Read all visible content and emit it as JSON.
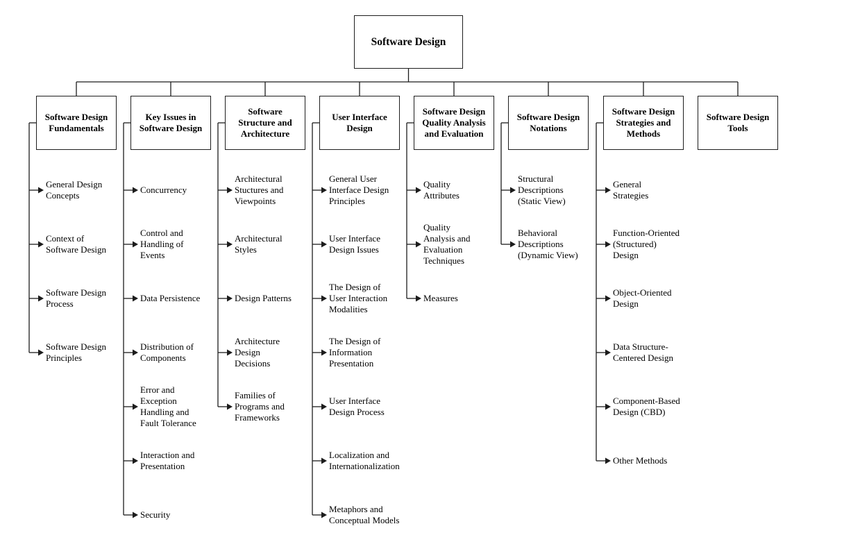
{
  "root": {
    "label": "Software Design"
  },
  "colors": {
    "background": "#ffffff",
    "line": "#1c1c1c",
    "box_border": "#1d1d1d",
    "text": "#000000"
  },
  "columns": [
    {
      "id": "software-design-fundamentals",
      "title_lines": [
        "Software Design",
        "Fundamentals"
      ],
      "items": [
        {
          "lines": [
            "General Design",
            "Concepts"
          ]
        },
        {
          "lines": [
            "Context of",
            "Software Design"
          ]
        },
        {
          "lines": [
            "Software Design",
            "Process"
          ]
        },
        {
          "lines": [
            "Software Design",
            "Principles"
          ]
        }
      ]
    },
    {
      "id": "key-issues-in-software-design",
      "title_lines": [
        "Key Issues in",
        "Software Design"
      ],
      "items": [
        {
          "lines": [
            "Concurrency"
          ]
        },
        {
          "lines": [
            "Control and",
            "Handling of",
            "Events"
          ]
        },
        {
          "lines": [
            "Data Persistence"
          ]
        },
        {
          "lines": [
            "Distribution of",
            "Components"
          ]
        },
        {
          "lines": [
            "Error and",
            "Exception",
            "Handling and",
            "Fault Tolerance"
          ]
        },
        {
          "lines": [
            "Interaction and",
            "Presentation"
          ]
        },
        {
          "lines": [
            "Security"
          ]
        }
      ]
    },
    {
      "id": "software-structure-and-architecture",
      "title_lines": [
        "Software",
        "Structure and",
        "Architecture"
      ],
      "items": [
        {
          "lines": [
            "Architectural",
            "Stuctures and",
            "Viewpoints"
          ]
        },
        {
          "lines": [
            "Architectural",
            "Styles"
          ]
        },
        {
          "lines": [
            "Design Patterns"
          ]
        },
        {
          "lines": [
            "Architecture",
            "Design",
            "Decisions"
          ]
        },
        {
          "lines": [
            "Families of",
            "Programs and",
            "Frameworks"
          ]
        }
      ]
    },
    {
      "id": "user-interface-design",
      "title_lines": [
        "User Interface",
        "Design"
      ],
      "items": [
        {
          "lines": [
            "General User",
            "Interface Design",
            "Principles"
          ]
        },
        {
          "lines": [
            "User Interface",
            "Design Issues"
          ]
        },
        {
          "lines": [
            "The Design of",
            "User Interaction",
            "Modalities"
          ]
        },
        {
          "lines": [
            "The Design of",
            "Information",
            "Presentation"
          ]
        },
        {
          "lines": [
            "User Interface",
            "Design Process"
          ]
        },
        {
          "lines": [
            "Localization and",
            "Internationalization"
          ]
        },
        {
          "lines": [
            "Metaphors and",
            "Conceptual Models"
          ]
        }
      ]
    },
    {
      "id": "software-design-quality-analysis-and-evaluation",
      "title_lines": [
        "Software Design",
        "Quality Analysis",
        "and Evaluation"
      ],
      "items": [
        {
          "lines": [
            "Quality",
            "Attributes"
          ]
        },
        {
          "lines": [
            "Quality",
            "Analysis and",
            "Evaluation",
            "Techniques"
          ]
        },
        {
          "lines": [
            "Measures"
          ]
        }
      ]
    },
    {
      "id": "software-design-notations",
      "title_lines": [
        "Software Design",
        "Notations"
      ],
      "items": [
        {
          "lines": [
            "Structural",
            "Descriptions",
            "(Static View)"
          ]
        },
        {
          "lines": [
            "Behavioral",
            "Descriptions",
            "(Dynamic View)"
          ]
        }
      ]
    },
    {
      "id": "software-design-strategies-and-methods",
      "title_lines": [
        "Software Design",
        "Strategies and",
        "Methods"
      ],
      "items": [
        {
          "lines": [
            "General",
            "Strategies"
          ]
        },
        {
          "lines": [
            "Function-Oriented",
            "(Structured)",
            "Design"
          ]
        },
        {
          "lines": [
            "Object-Oriented",
            "Design"
          ]
        },
        {
          "lines": [
            "Data Structure-",
            "Centered Design"
          ]
        },
        {
          "lines": [
            "Component-Based",
            "Design (CBD)"
          ]
        },
        {
          "lines": [
            "Other Methods"
          ]
        }
      ]
    },
    {
      "id": "software-design-tools",
      "title_lines": [
        "Software Design",
        "Tools"
      ],
      "items": []
    }
  ]
}
